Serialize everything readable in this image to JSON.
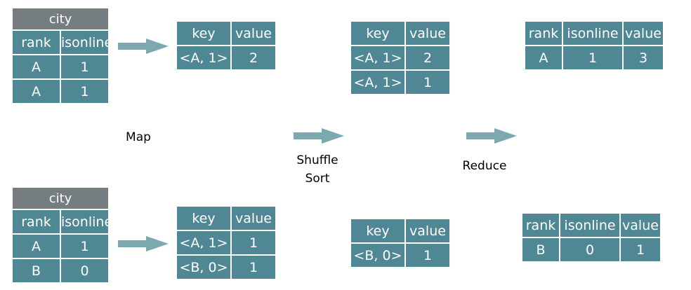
{
  "colors": {
    "cell": "#4f8894",
    "header_city": "#767d80",
    "arrow": "#7ca8b0"
  },
  "input_tables": [
    {
      "title": "city",
      "columns": [
        "rank",
        "isonline"
      ],
      "rows": [
        [
          "A",
          "1"
        ],
        [
          "A",
          "1"
        ]
      ]
    },
    {
      "title": "city",
      "columns": [
        "rank",
        "isonline"
      ],
      "rows": [
        [
          "A",
          "1"
        ],
        [
          "B",
          "0"
        ]
      ]
    }
  ],
  "map_tables": [
    {
      "columns": [
        "key",
        "value"
      ],
      "rows": [
        [
          "<A, 1>",
          "2"
        ]
      ]
    },
    {
      "columns": [
        "key",
        "value"
      ],
      "rows": [
        [
          "<A, 1>",
          "1"
        ],
        [
          "<B, 0>",
          "1"
        ]
      ]
    }
  ],
  "shuffle_tables": [
    {
      "columns": [
        "key",
        "value"
      ],
      "rows": [
        [
          "<A, 1>",
          "2"
        ],
        [
          "<A, 1>",
          "1"
        ]
      ]
    },
    {
      "columns": [
        "key",
        "value"
      ],
      "rows": [
        [
          "<B, 0>",
          "1"
        ]
      ]
    }
  ],
  "reduce_tables": [
    {
      "columns": [
        "rank",
        "isonline",
        "value"
      ],
      "rows": [
        [
          "A",
          "1",
          "3"
        ]
      ]
    },
    {
      "columns": [
        "rank",
        "isonline",
        "value"
      ],
      "rows": [
        [
          "B",
          "0",
          "1"
        ]
      ]
    }
  ],
  "labels": {
    "map": "Map",
    "shuffle_line1": "Shuffle",
    "shuffle_line2": "Sort",
    "reduce": "Reduce"
  }
}
